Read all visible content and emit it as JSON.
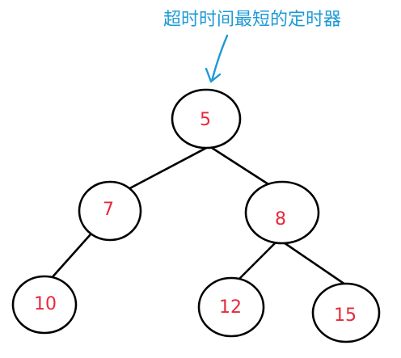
{
  "annotation": {
    "text": "超时时间最短的定时器",
    "color": "#1e9ad6"
  },
  "colors": {
    "node_text": "#e8283a",
    "outline": "#000000",
    "background": "#ffffff"
  },
  "tree": {
    "root": {
      "value": "5"
    },
    "left": {
      "value": "7"
    },
    "right": {
      "value": "8"
    },
    "left_left": {
      "value": "10"
    },
    "right_left": {
      "value": "12"
    },
    "right_right": {
      "value": "15"
    }
  }
}
